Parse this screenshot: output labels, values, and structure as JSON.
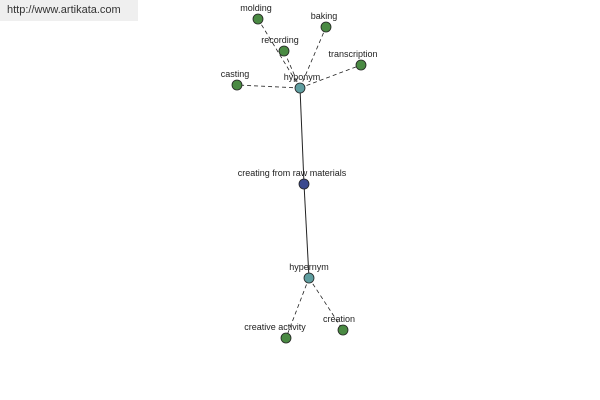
{
  "watermark": "http://www.artikata.com",
  "colors": {
    "leaf": "#4a8a43",
    "hub": "#5f9ea0",
    "center": "#3c4a8f",
    "edge": "#222222"
  },
  "nodes": {
    "center": {
      "label": "creating from raw materials",
      "role": "center"
    },
    "hyponym": {
      "label": "hyponym",
      "role": "hub"
    },
    "hypernym": {
      "label": "hypernym",
      "role": "hub"
    },
    "molding": {
      "label": "molding",
      "role": "leaf"
    },
    "baking": {
      "label": "baking",
      "role": "leaf"
    },
    "recording": {
      "label": "recording",
      "role": "leaf"
    },
    "transcription": {
      "label": "transcription",
      "role": "leaf"
    },
    "casting": {
      "label": "casting",
      "role": "leaf"
    },
    "creative_activity": {
      "label": "creative activity",
      "role": "leaf"
    },
    "creation": {
      "label": "creation",
      "role": "leaf"
    }
  },
  "edges": [
    {
      "from": "center",
      "to": "hyponym",
      "style": "solid"
    },
    {
      "from": "center",
      "to": "hypernym",
      "style": "solid"
    },
    {
      "from": "hyponym",
      "to": "molding",
      "style": "dashed"
    },
    {
      "from": "hyponym",
      "to": "baking",
      "style": "dashed"
    },
    {
      "from": "hyponym",
      "to": "recording",
      "style": "dashed"
    },
    {
      "from": "hyponym",
      "to": "transcription",
      "style": "dashed"
    },
    {
      "from": "hyponym",
      "to": "casting",
      "style": "dashed"
    },
    {
      "from": "hypernym",
      "to": "creative_activity",
      "style": "dashed"
    },
    {
      "from": "hypernym",
      "to": "creation",
      "style": "dashed"
    }
  ]
}
